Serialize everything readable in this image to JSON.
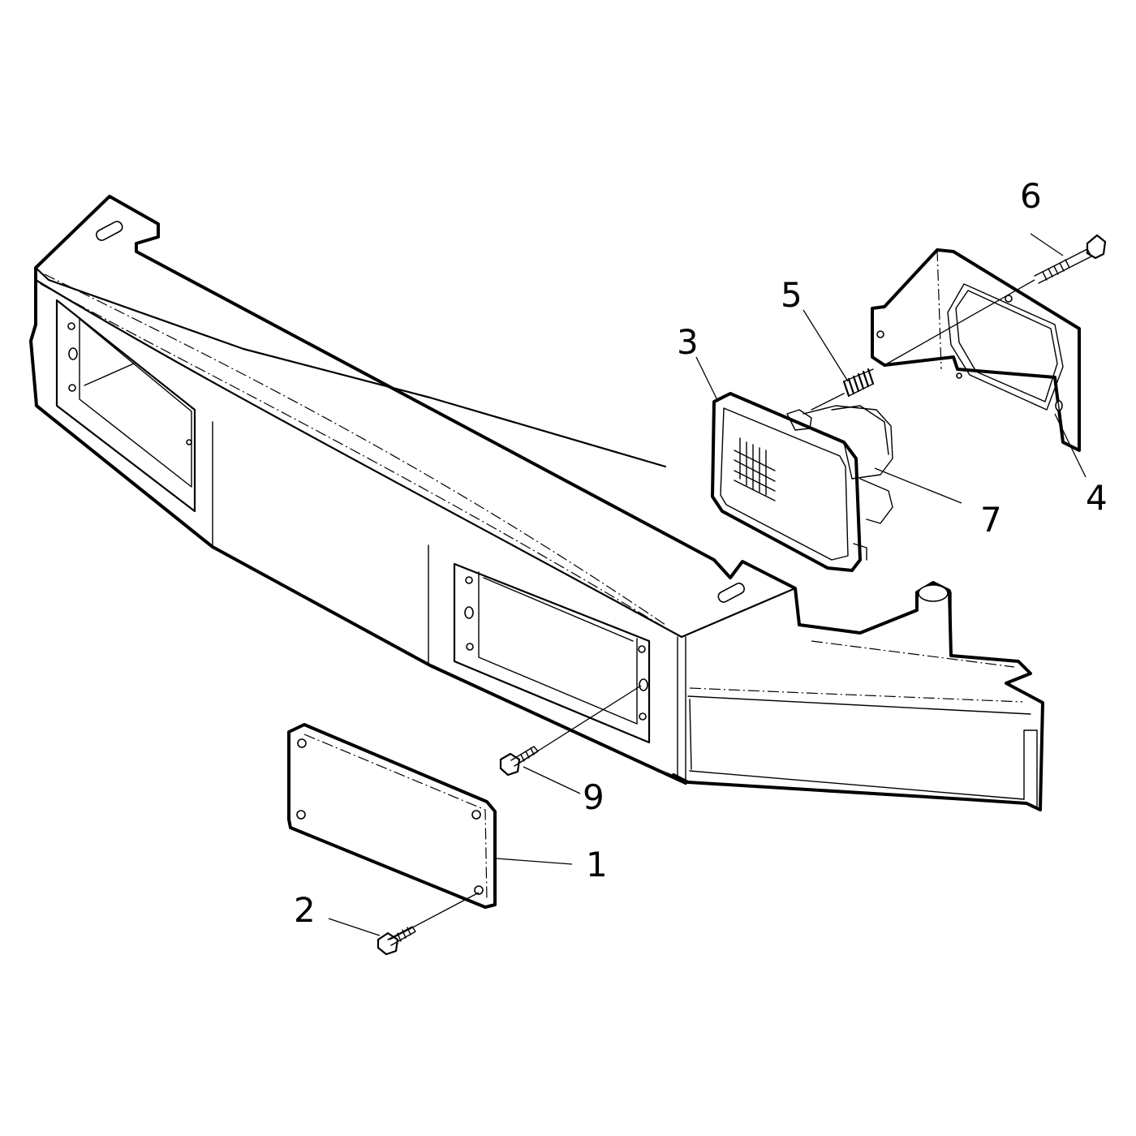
{
  "diagram": {
    "callouts": {
      "c1": "1",
      "c2": "2",
      "c3": "3",
      "c4": "4",
      "c5": "5",
      "c6": "6",
      "c7": "7",
      "c9": "9"
    },
    "colors": {
      "line": "#000000",
      "background": "#ffffff"
    }
  }
}
